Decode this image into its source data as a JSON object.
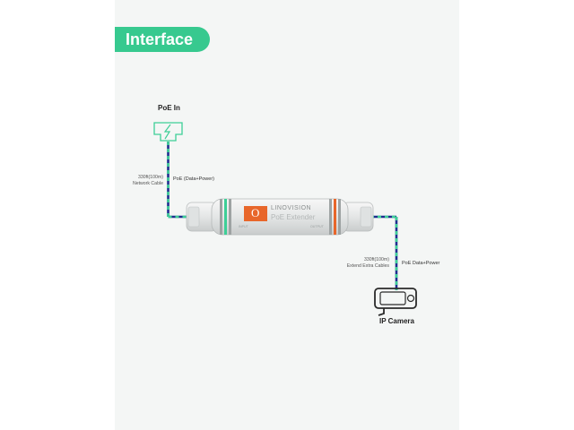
{
  "badge": {
    "title": "Interface"
  },
  "poe_in": {
    "label": "PoE In"
  },
  "cable_in": {
    "length_line1": "330ft(100m)",
    "length_line2": "Network Cable",
    "signal": "PoE (Data+Power)"
  },
  "extender": {
    "brand": "LINOVISION",
    "model": "PoE Extender",
    "logo_letter": "O",
    "port_in": "INPUT",
    "port_out": "OUTPUT"
  },
  "cable_out": {
    "length_line1": "330ft(100m)",
    "length_line2": "Extend Extra Cables",
    "signal": "PoE Data+Power"
  },
  "camera": {
    "label": "IP Camera"
  },
  "colors": {
    "accent": "#37c98f",
    "cable_blue": "#1f2f8f",
    "cable_green": "#3dcf97",
    "logo_orange": "#e8662a"
  }
}
